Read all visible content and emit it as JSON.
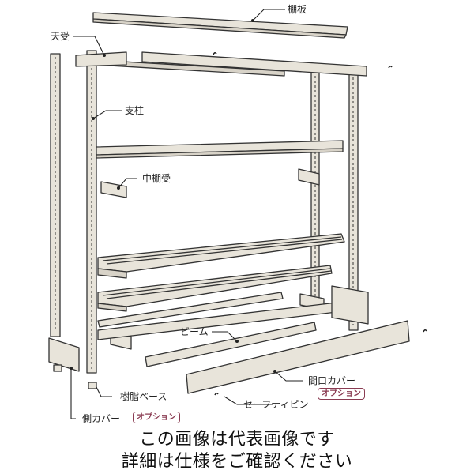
{
  "diagram": {
    "subject": "steel-shelving-exploded-view",
    "colors": {
      "panel": "#e8e4da",
      "outline": "#333333",
      "badge": "#8a3b52"
    },
    "labels": {
      "shelf_board": "棚板",
      "top_bracket": "天受",
      "post": "支柱",
      "middle_shelf_bracket": "中棚受",
      "beam": "ビーム",
      "front_cover": "間口カバー",
      "front_cover_option": "オプション",
      "safety_pin": "セーフティピン",
      "resin_base": "樹脂ベース",
      "side_cover": "側カバー",
      "side_cover_option": "オプション"
    }
  },
  "caption": {
    "line1": "この画像は代表画像です",
    "line2": "詳細は仕様をご確認ください"
  }
}
